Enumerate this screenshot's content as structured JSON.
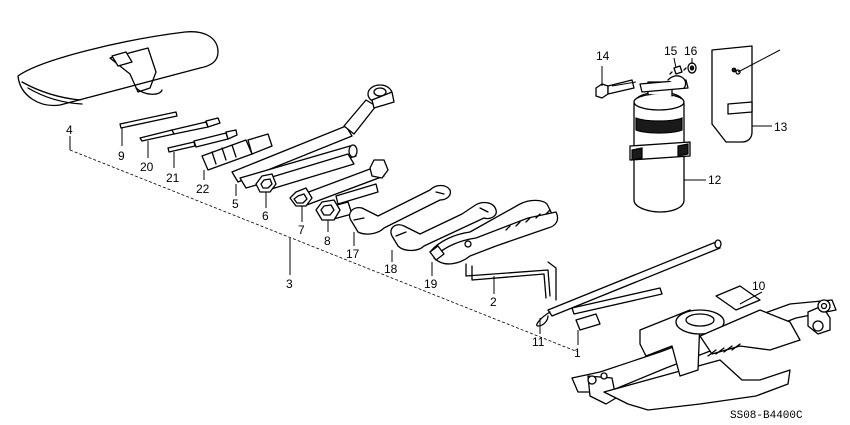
{
  "callouts": {
    "c1": "1",
    "c2": "2",
    "c3": "3",
    "c4": "4",
    "c5": "5",
    "c6": "6",
    "c7": "7",
    "c8": "8",
    "c9": "9",
    "c10": "10",
    "c11": "11",
    "c12": "12",
    "c13": "13",
    "c14": "14",
    "c15": "15",
    "c16": "16",
    "c17": "17",
    "c18": "18",
    "c19": "19",
    "c20": "20",
    "c21": "21",
    "c22": "22"
  },
  "diagram_code": "SS08-B4400C"
}
